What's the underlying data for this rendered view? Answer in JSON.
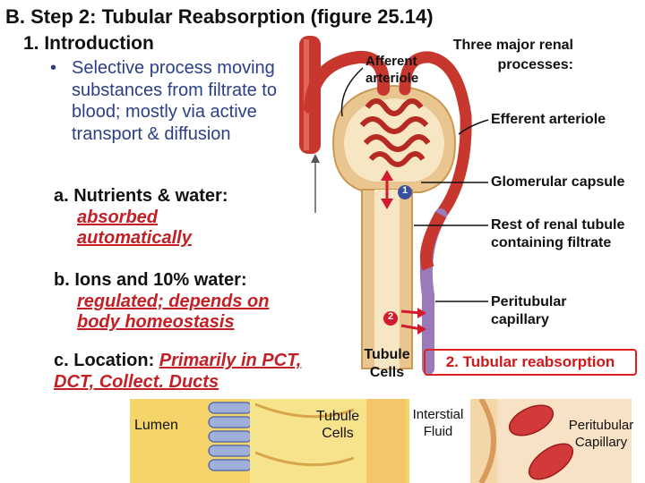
{
  "slide": {
    "title": "B.  Step 2: Tubular Reabsorption (figure 25.14)",
    "intro_heading": "1.  Introduction",
    "intro_bullet_symbol": "•",
    "intro_bullet": "Selective process moving substances from filtrate to blood; mostly via active transport & diffusion",
    "item_a_head": "a. Nutrients & water:",
    "item_a_detail": "absorbed automatically",
    "item_b_head": "b. Ions and 10% water:",
    "item_b_detail": "regulated; depends on body homeostasis",
    "item_c_head": "c. Location:",
    "item_c_detail": "Primarily in PCT, DCT, Collect. Ducts"
  },
  "figure": {
    "heading": "Three major renal processes:",
    "afferent": "Afferent arteriole",
    "efferent": "Efferent arteriole",
    "glomerular_capsule": "Glomerular capsule",
    "renal_tubule": "Rest of renal tubule containing filtrate",
    "peritubular_capillary": "Peritubular capillary",
    "tubule_cells_top": "Tubule Cells",
    "process_label": "2. Tubular reabsorption",
    "step_1": "1",
    "step_2": "2"
  },
  "inset": {
    "lumen": "Lumen",
    "tubule_cells": "Tubule Cells",
    "interstitial_fluid": "Interstial Fluid",
    "peritubular_capillary": "Peritubular Capillary"
  },
  "colors": {
    "bullet_blue": "#2a3f86",
    "emphasis_red": "#c32026",
    "vessel_red": "#c8372d",
    "tubule_tan": "#e9c58f",
    "capillary_purple": "#9a7ab8",
    "inset_yellow": "#f5d46a"
  }
}
